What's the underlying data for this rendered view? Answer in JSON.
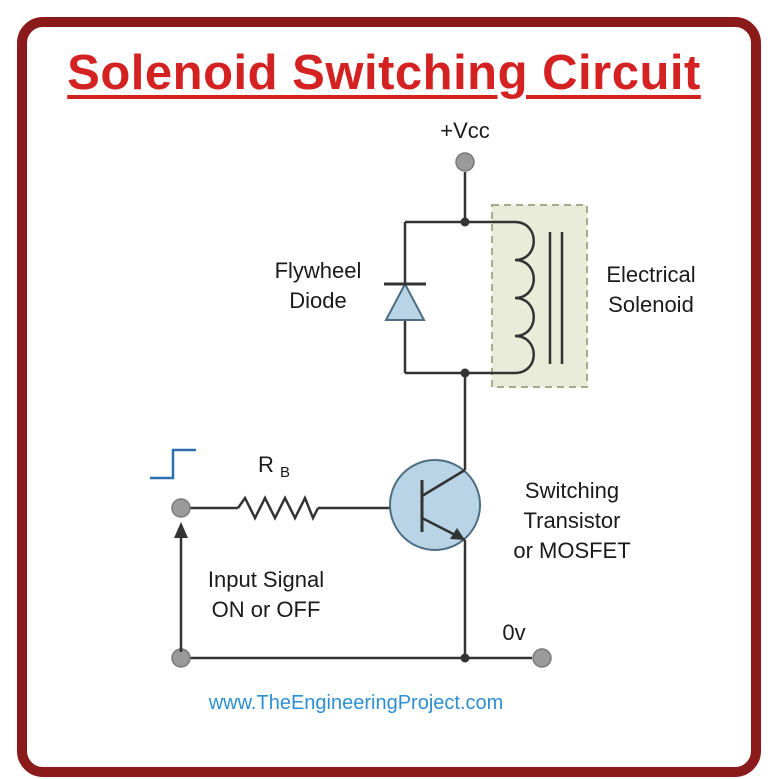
{
  "title": "Solenoid Switching Circuit",
  "labels": {
    "vcc": "+Vcc",
    "flywheel_line1": "Flywheel",
    "flywheel_line2": "Diode",
    "solenoid_line1": "Electrical",
    "solenoid_line2": "Solenoid",
    "resistor_main": "R",
    "resistor_sub": "B",
    "transistor_line1": "Switching",
    "transistor_line2": "Transistor",
    "transistor_line3": "or MOSFET",
    "input_line1": "Input Signal",
    "input_line2": "ON or OFF",
    "ground": "0v"
  },
  "footer": "www.TheEngineeringProject.com",
  "colors": {
    "frame": "#8b1a1a",
    "title": "#d42222",
    "wire": "#333333",
    "component_fill": "#b9d4e6",
    "component_stroke": "#4d6d82",
    "solenoid_box_fill": "#e9ecd8",
    "solenoid_box_stroke": "#a8aa8e",
    "terminal": "#9a9a9a",
    "pulse": "#2f6fb0",
    "footer": "#2d8fd0"
  },
  "icons": [
    "solenoid-coil-icon",
    "flywheel-diode-icon",
    "resistor-icon",
    "transistor-icon",
    "input-pulse-icon"
  ]
}
